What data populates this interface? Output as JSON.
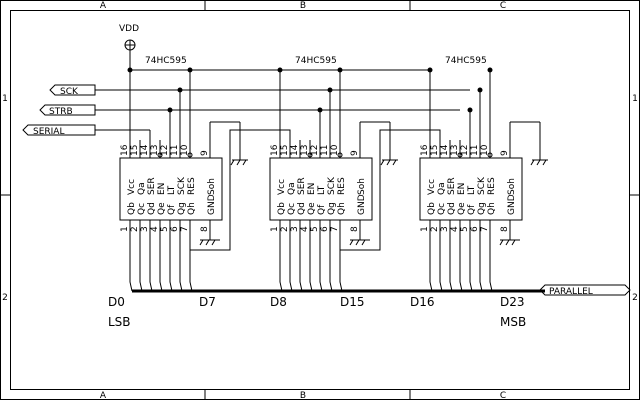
{
  "frame": {
    "columns": [
      "A",
      "B",
      "C"
    ],
    "rows": [
      "1",
      "2"
    ]
  },
  "power": {
    "label": "VDD"
  },
  "chip": {
    "part": "74HC595",
    "top_pins": [
      {
        "num": "16",
        "name": "Vcc"
      },
      {
        "num": "15",
        "name": "Qa"
      },
      {
        "num": "14",
        "name": "SER"
      },
      {
        "num": "13",
        "name": "EN"
      },
      {
        "num": "12",
        "name": "LT"
      },
      {
        "num": "11",
        "name": "SCK"
      },
      {
        "num": "10",
        "name": "RES"
      },
      {
        "num": "9",
        "name": "Soh"
      }
    ],
    "bottom_pins": [
      {
        "num": "1",
        "name": "Qb"
      },
      {
        "num": "2",
        "name": "Qc"
      },
      {
        "num": "3",
        "name": "Qd"
      },
      {
        "num": "4",
        "name": "Qe"
      },
      {
        "num": "5",
        "name": "Qf"
      },
      {
        "num": "6",
        "name": "Qg"
      },
      {
        "num": "7",
        "name": "Qh"
      },
      {
        "num": "8",
        "name": "GND"
      }
    ]
  },
  "inputs": [
    "SCK",
    "STRB",
    "SERIAL"
  ],
  "output": "PARALLEL",
  "bit_labels": [
    "D0",
    "D7",
    "D8",
    "D15",
    "D16",
    "D23"
  ],
  "lsb": "LSB",
  "msb": "MSB"
}
